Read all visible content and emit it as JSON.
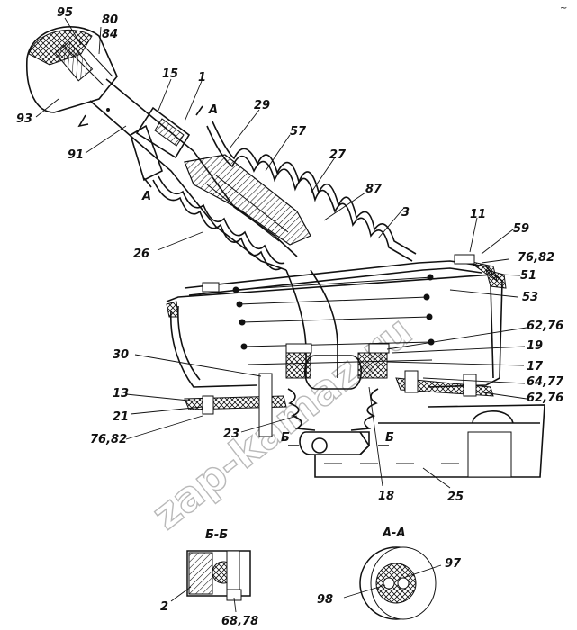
{
  "watermark": "zap-kamaz.ru",
  "corner_mark": "~",
  "callouts": [
    "95",
    "80",
    "84",
    "93",
    "91",
    "15",
    "1",
    "29",
    "57",
    "27",
    "87",
    "3",
    "11",
    "59",
    "76,82",
    "51",
    "53",
    "62,76",
    "19",
    "17",
    "64,77",
    "62,76",
    "30",
    "13",
    "21",
    "76,82",
    "23",
    "26",
    "18",
    "25"
  ],
  "section_marks": {
    "a_top": "A",
    "a_bottom": "A",
    "b_left": "Б",
    "b_right": "Б"
  },
  "views": {
    "bb": {
      "title": "Б-Б",
      "callouts": [
        "2",
        "68,78"
      ]
    },
    "aa": {
      "title": "А-А",
      "callouts": [
        "97",
        "98"
      ]
    }
  },
  "colors": {
    "line": "#111111",
    "watermark": "#b9b9b9",
    "background": "#ffffff"
  }
}
